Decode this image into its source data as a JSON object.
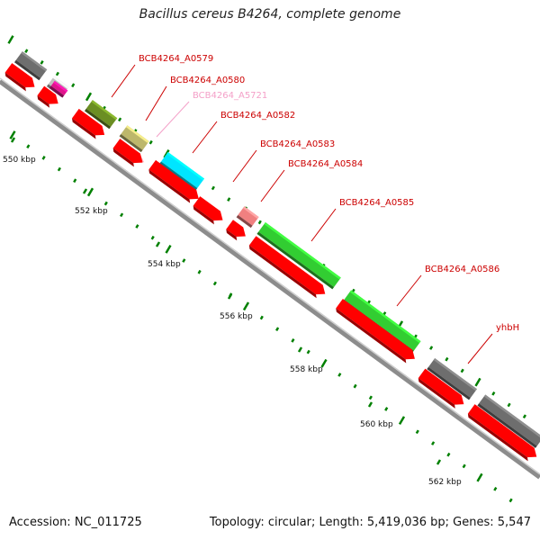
{
  "title": "Bacillus cereus B4264, complete genome",
  "accession_text": "Accession: NC_011725",
  "topology_text": "Topology: circular; Length: 5,419,036 bp; Genes: 5,547",
  "colors": {
    "backbone": "#8c8c8c",
    "cds": "#ff0000",
    "label": "#cc0000",
    "tick": "#008000"
  },
  "kbp_labels": [
    "550 kbp",
    "552 kbp",
    "554 kbp",
    "556 kbp",
    "558 kbp",
    "560 kbp",
    "562 kbp"
  ],
  "genes": [
    {
      "label": "",
      "color": "#6e6e6e"
    },
    {
      "label": "",
      "color": "#e0148c"
    },
    {
      "label": "BCB4264_A0579",
      "color": "#6b8e23"
    },
    {
      "label": "BCB4264_A0580",
      "color": "#bdb76b"
    },
    {
      "label": "BCB4264_A5721",
      "color": "#ffb6c1"
    },
    {
      "label": "BCB4264_A0582",
      "color": "#00e5ff"
    },
    {
      "label": "BCB4264_A0583",
      "color": "#f08080"
    },
    {
      "label": "BCB4264_A0584",
      "color": "#32cd32"
    },
    {
      "label": "BCB4264_A0585",
      "color": "#32cd32"
    },
    {
      "label": "BCB4264_A0586",
      "color": "#32cd32"
    },
    {
      "label": "yhbH",
      "color": "#6e6e6e"
    },
    {
      "label": "",
      "color": "#6e6e6e"
    }
  ]
}
